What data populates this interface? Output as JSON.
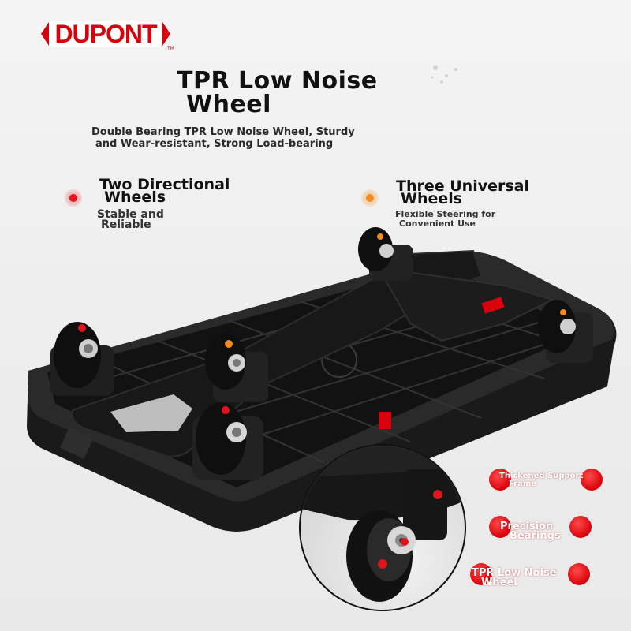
{
  "brand": {
    "logo_text": "DUPONT",
    "trademark": "TM"
  },
  "headline": {
    "line1": "TPR Low Noise",
    "line2": "Wheel"
  },
  "subheadline": {
    "line1": "Double Bearing TPR Low Noise Wheel, Sturdy",
    "line2": "and Wear-resistant, Strong Load-bearing"
  },
  "features": [
    {
      "title_line1": "Two Directional",
      "title_line2": "Wheels",
      "desc_line1": "Stable and",
      "desc_line2": "Reliable",
      "dot_color": "#e4121b"
    },
    {
      "title_line1": "Three Universal",
      "title_line2": "Wheels",
      "desc_line1": "Flexible Steering for",
      "desc_line2": "Convenient Use",
      "dot_color": "#f28c1e"
    }
  ],
  "callouts": [
    {
      "line1": "Thickened Support",
      "line2": "Frame"
    },
    {
      "line1": "Precision",
      "line2": "Bearings"
    },
    {
      "line1": "TPR Low Noise",
      "line2": "Wheel"
    }
  ],
  "colors": {
    "brand_red": "#d9000a",
    "cart_black": "#141414",
    "accent_orange": "#f28c1e"
  }
}
